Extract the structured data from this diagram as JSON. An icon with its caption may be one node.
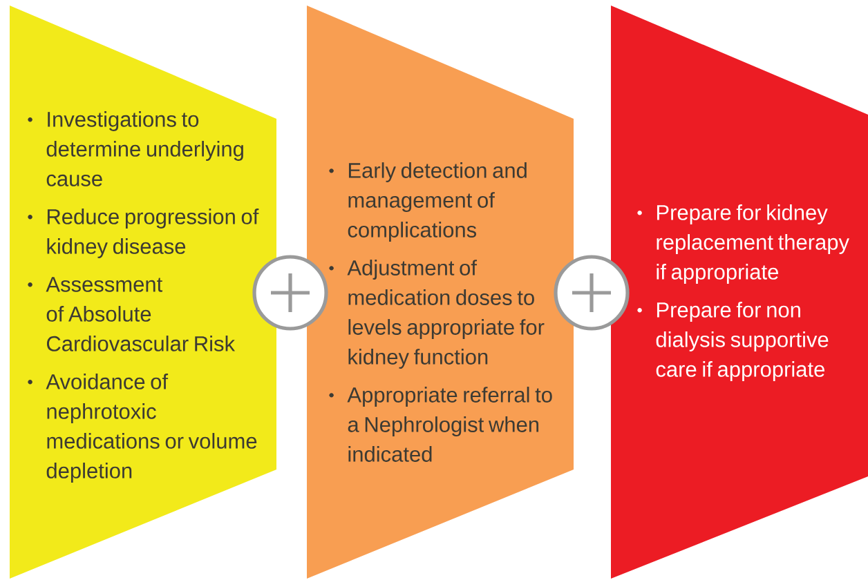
{
  "diagram": {
    "nodes": [
      {
        "text": [
          "Investigations to determine underlying cause",
          "Reduce progression of kidney disease",
          "Assessment of Absolute Cardiovascular Risk",
          "Avoidance of nephrotoxic medications or volume depletion"
        ]
      },
      {
        "text": [
          "Early detection and management of complications",
          "Adjustment of medication doses to levels appropriate for kidney function",
          "Appropriate referral to a Nephrologist when indicated"
        ]
      },
      {
        "text": [
          "Prepare for kidney replacement therapy if appropriate",
          "Prepare for non dialysis supportive care if appropriate"
        ]
      }
    ]
  }
}
